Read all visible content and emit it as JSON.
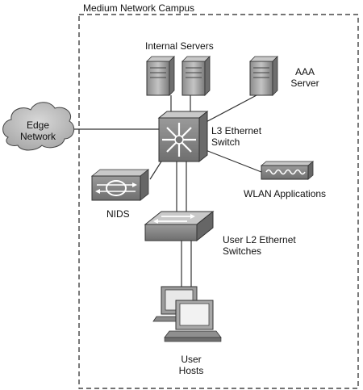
{
  "campus": {
    "title": "Medium Network Campus"
  },
  "nodes": {
    "internal_servers": "Internal Servers",
    "aaa_server": [
      "AAA",
      "Server"
    ],
    "edge_network": [
      "Edge",
      "Network"
    ],
    "l3_switch": [
      "L3 Ethernet",
      "Switch"
    ],
    "wlan": "WLAN Applications",
    "nids": "NIDS",
    "l2_switches": [
      "User L2 Ethernet",
      "Switches"
    ],
    "user_hosts": [
      "User",
      "Hosts"
    ]
  }
}
